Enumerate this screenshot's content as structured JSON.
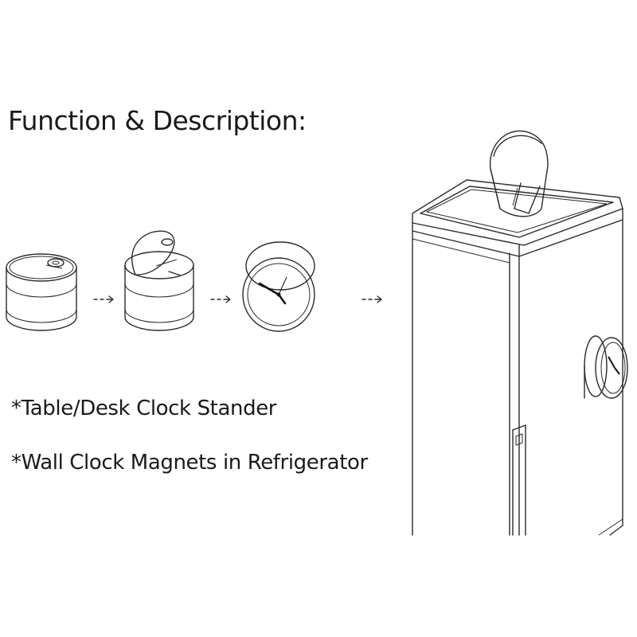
{
  "heading": "Function & Description:",
  "features": [
    "*Table/Desk Clock Stander",
    "*Wall Clock Magnets in Refrigerator"
  ],
  "icons": {
    "step1": "sealed-can-icon",
    "step2": "opening-can-icon",
    "step3": "clock-icon",
    "fridge": "refrigerator-icon",
    "arrow": "dashed-arrow-icon"
  },
  "colors": {
    "line": "#2a2a2a",
    "background": "#ffffff"
  }
}
